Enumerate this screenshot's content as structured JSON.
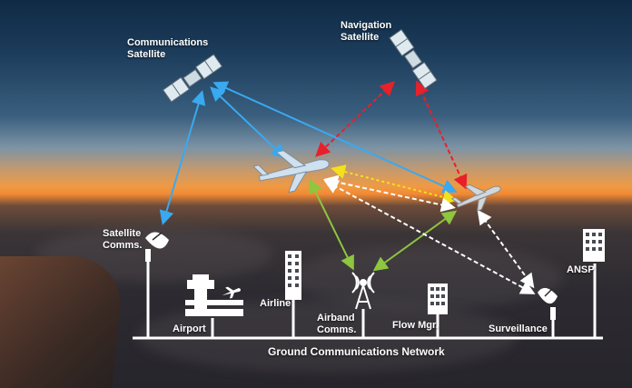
{
  "labels": {
    "comm_satellite": "Communications\nSatellite",
    "nav_satellite": "Navigation\nSatellite",
    "satellite_comms": "Satellite\nComms.",
    "airport": "Airport",
    "airline": "Airline",
    "airband_comms": "Airband\nComms.",
    "flow_mgr": "Flow Mgr.",
    "surveillance": "Surveillance",
    "ansp": "ANSP",
    "network": "Ground Communications Network"
  },
  "colors": {
    "satellite_link": "#39a9f0",
    "navigation_link": "#e8202a",
    "air_to_air": "#f3e21b",
    "airband_link": "#8dc63f",
    "surveillance_link": "#ffffff",
    "icon": "#ffffff",
    "satellite_icon": "#dfeaf0"
  },
  "icons": [
    "satellite-icon",
    "aircraft-icon",
    "dish-antenna-icon",
    "control-tower-icon",
    "office-building-icon",
    "radio-tower-icon"
  ]
}
